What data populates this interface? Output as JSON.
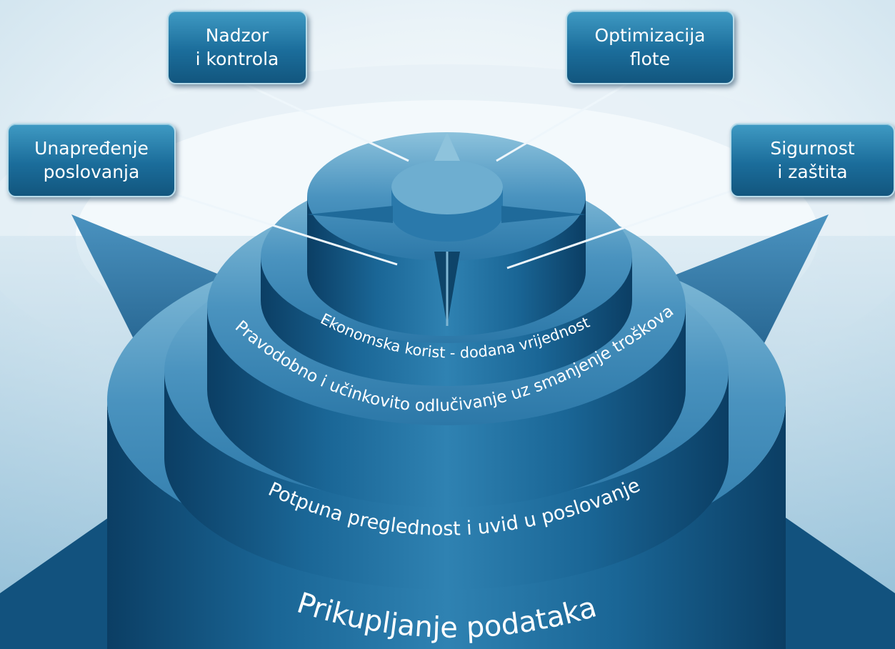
{
  "callouts": [
    {
      "line1": "Nadzor",
      "line2": "i kontrola"
    },
    {
      "line1": "Optimizacija",
      "line2": "flote"
    },
    {
      "line1": "Unapređenje",
      "line2": "poslovanja"
    },
    {
      "line1": "Sigurnost",
      "line2": "i zaštita"
    }
  ],
  "tiers": [
    "Ekonomska korist - dodana vrijednost",
    "Pravodobno i učinkovito odlučivanje uz smanjenje troškova",
    "Potpuna preglednost i uvid u poslovanje",
    "Prikupljanje podataka"
  ],
  "colors": {
    "tier_light": "#7db7d5",
    "tier_mid": "#3a86b4",
    "tier_dark": "#0f4a74",
    "callout_fill": "#1f6f9e",
    "callout_border": "#b9dcea"
  }
}
